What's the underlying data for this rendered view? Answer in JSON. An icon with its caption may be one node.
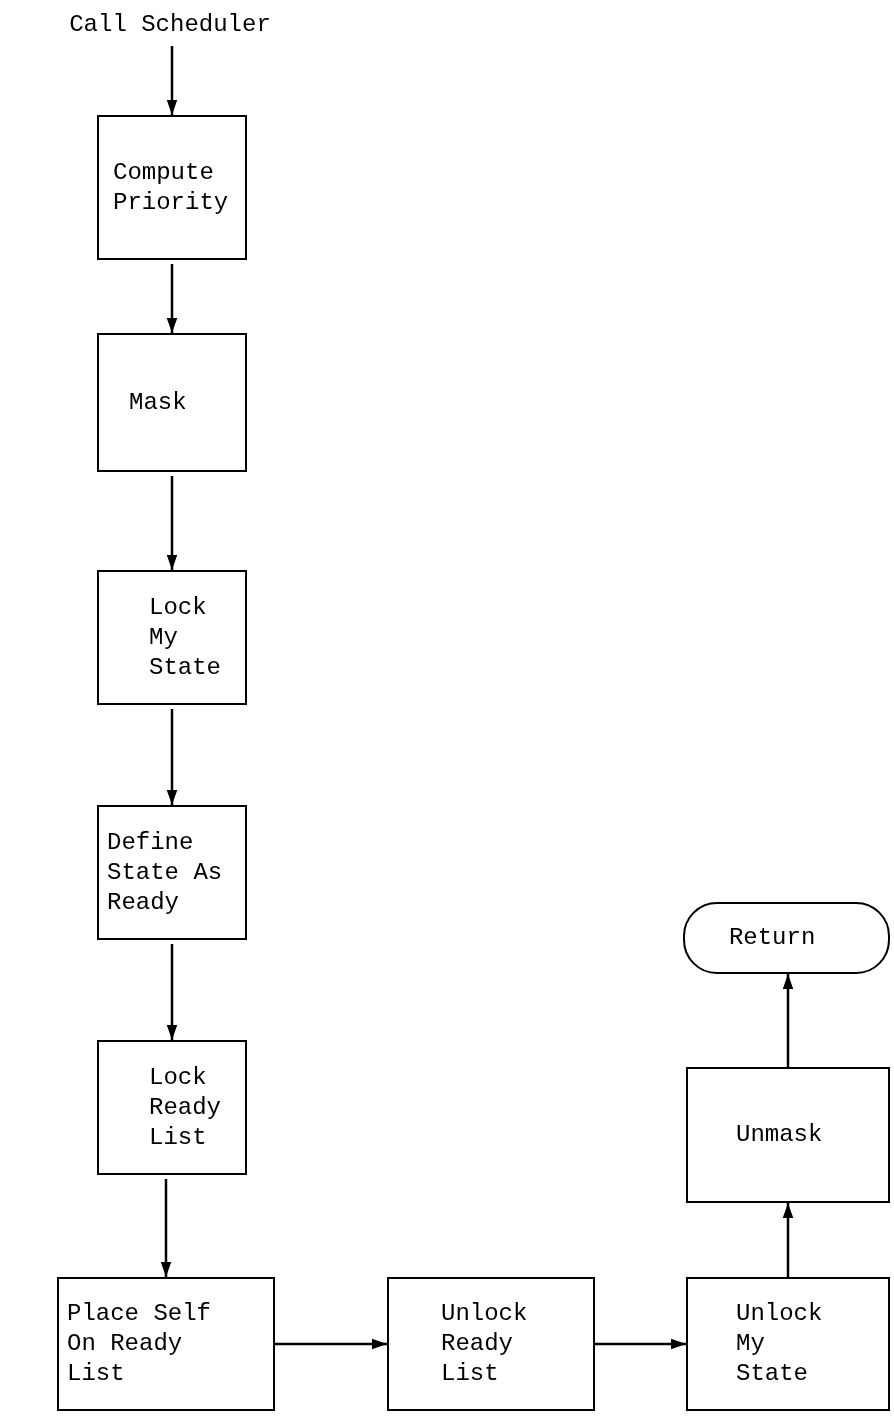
{
  "diagram": {
    "nodes": [
      {
        "text": [
          "Call Scheduler"
        ]
      },
      {
        "text": [
          "Compute Priority"
        ]
      },
      {
        "text": [
          "Mask"
        ]
      },
      {
        "text": [
          "Lock My State"
        ]
      },
      {
        "text": [
          "Define State As Ready"
        ]
      },
      {
        "text": [
          "Lock Ready List"
        ]
      },
      {
        "text": [
          "Place Self On Ready List"
        ]
      },
      {
        "text": [
          "Unlock Ready List"
        ]
      },
      {
        "text": [
          "Unlock My State"
        ]
      },
      {
        "text": [
          "Unmask"
        ]
      },
      {
        "text": [
          "Return"
        ]
      }
    ],
    "edges": [
      {
        "from": 0,
        "to": 1,
        "arrow": "to"
      },
      {
        "from": 1,
        "to": 2,
        "arrow": "to"
      },
      {
        "from": 2,
        "to": 3,
        "arrow": "to"
      },
      {
        "from": 3,
        "to": 4,
        "arrow": "to"
      },
      {
        "from": 4,
        "to": 5,
        "arrow": "to"
      },
      {
        "from": 5,
        "to": 6,
        "arrow": "to"
      },
      {
        "from": 6,
        "to": 7,
        "arrow": "to"
      },
      {
        "from": 7,
        "to": 8,
        "arrow": "to"
      },
      {
        "from": 8,
        "to": 9,
        "arrow": "to"
      },
      {
        "from": 9,
        "to": 10,
        "arrow": "to"
      }
    ]
  }
}
